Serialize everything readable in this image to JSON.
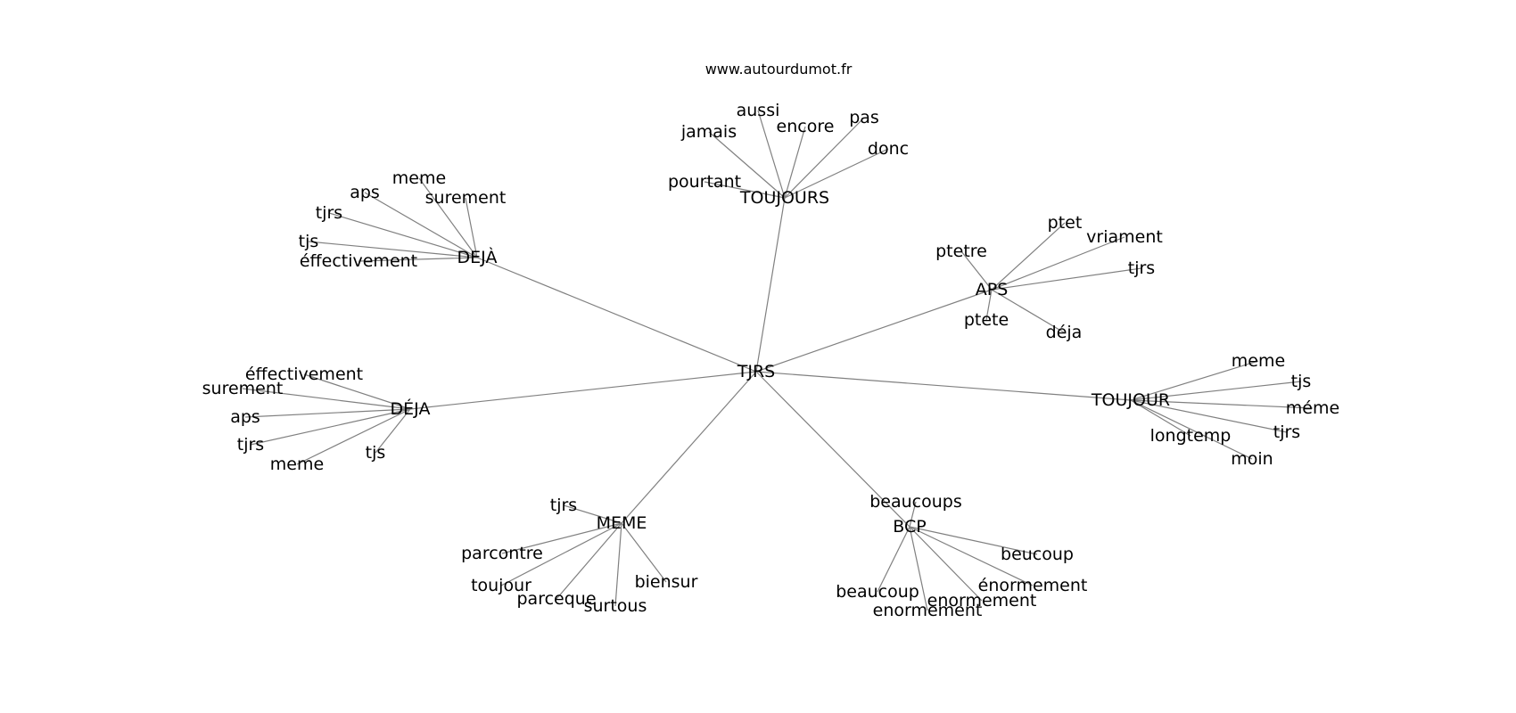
{
  "site": "www.autourdumot.fr",
  "center": "TJRS",
  "clusters": [
    {
      "hub": "TOUJOURS",
      "leaves": [
        "aussi",
        "jamais",
        "encore",
        "pas",
        "donc",
        "pourtant"
      ]
    },
    {
      "hub": "DEJÀ",
      "leaves": [
        "meme",
        "aps",
        "surement",
        "tjrs",
        "tjs",
        "éffectivement"
      ]
    },
    {
      "hub": "APS",
      "leaves": [
        "ptet",
        "vriament",
        "ptetre",
        "tjrs",
        "ptete",
        "déja"
      ]
    },
    {
      "hub": "DÉJA",
      "leaves": [
        "éffectivement",
        "surement",
        "aps",
        "tjrs",
        "meme",
        "tjs"
      ]
    },
    {
      "hub": "TOUJOUR",
      "leaves": [
        "meme",
        "tjs",
        "méme",
        "tjrs",
        "longtemp",
        "moin"
      ]
    },
    {
      "hub": "MEME",
      "leaves": [
        "tjrs",
        "parcontre",
        "toujour",
        "parceque",
        "surtous",
        "biensur"
      ]
    },
    {
      "hub": "BCP",
      "leaves": [
        "beaucoups",
        "beucoup",
        "énormement",
        "beaucoup",
        "enormement",
        "enormement"
      ]
    }
  ]
}
